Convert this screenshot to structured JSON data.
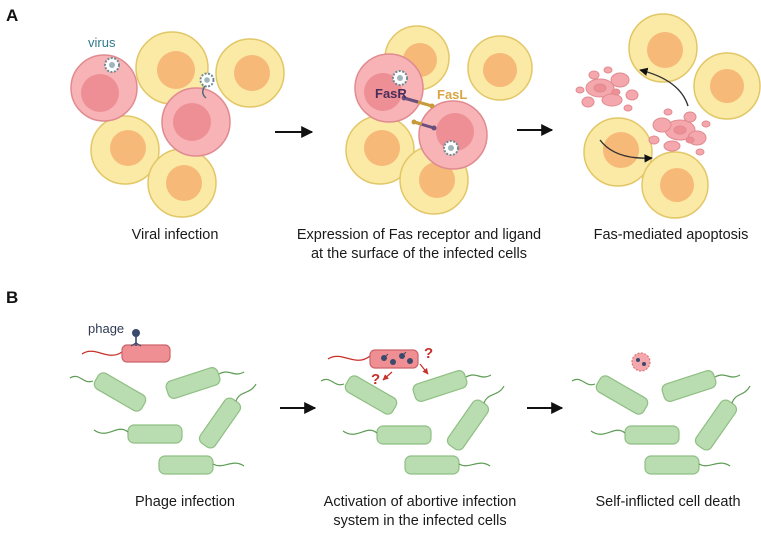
{
  "panels": {
    "a": {
      "letter": "A",
      "labels": {
        "virus": "virus",
        "fasr": "FasR",
        "fasl": "FasL"
      },
      "captions": {
        "step1": "Viral infection",
        "step2_line1": "Expression of Fas receptor and ligand",
        "step2_line2": "at the surface of the infected cells",
        "step3": "Fas-mediated apoptosis"
      }
    },
    "b": {
      "letter": "B",
      "labels": {
        "phage": "phage",
        "question": "?"
      },
      "captions": {
        "step1": "Phage infection",
        "step2_line1": "Activation of abortive infection",
        "step2_line2": "system in the infected cells",
        "step3": "Self-inflicted cell death"
      }
    }
  },
  "colors": {
    "healthy_cell_outer": "#fbe9a6",
    "healthy_cell_nucleus": "#f6b978",
    "infected_cell_outer": "#f7b3b6",
    "infected_cell_nucleus": "#ee8f95",
    "bacterium_green": "#b9ddb0",
    "bacterium_infected": "#f08f93",
    "phage_dark": "#3a4a6b",
    "fasr_text": "#4a2e5a",
    "fasl_text": "#d9a545",
    "virus_text": "#2f7a8a",
    "question_mark": "#c8302a"
  }
}
